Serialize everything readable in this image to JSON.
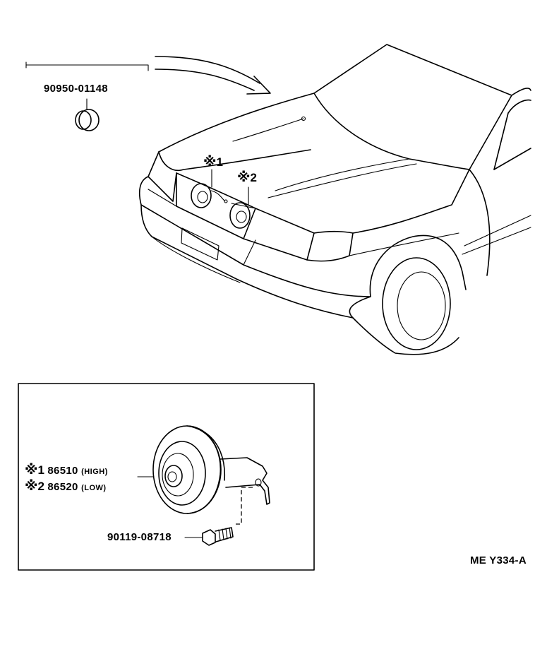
{
  "parts": {
    "plug": {
      "number": "90950-01148"
    },
    "horn_high": {
      "marker": "※",
      "index": "1",
      "number": "86510",
      "note": "(HIGH)"
    },
    "horn_low": {
      "marker": "※",
      "index": "2",
      "number": "86520",
      "note": "(LOW)"
    },
    "bolt": {
      "number": "90119-08718"
    }
  },
  "callouts": {
    "first": {
      "marker": "※",
      "index": "1"
    },
    "second": {
      "marker": "※",
      "index": "2"
    }
  },
  "figure_code": "ME Y334-A"
}
